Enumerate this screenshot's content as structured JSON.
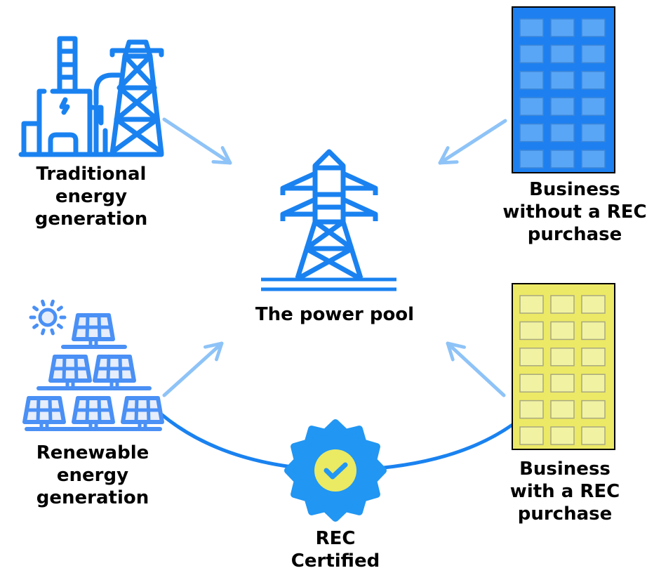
{
  "nodes": {
    "traditional": {
      "label_lines": [
        "Traditional",
        "energy",
        "generation"
      ],
      "icon": "power-plant-icon"
    },
    "power_pool": {
      "label": "The power pool",
      "icon": "transmission-tower-icon"
    },
    "business_no_rec": {
      "label_lines": [
        "Business",
        "without a REC",
        "purchase"
      ],
      "icon": "building-icon"
    },
    "renewable": {
      "label_lines": [
        "Renewable",
        "energy",
        "generation"
      ],
      "icon": "solar-panels-icon"
    },
    "business_rec": {
      "label_lines": [
        "Business",
        "with a REC",
        "purchase"
      ],
      "icon": "building-icon"
    },
    "rec": {
      "label_lines": [
        "REC",
        "Certified"
      ],
      "icon": "certified-badge-icon"
    }
  },
  "colors": {
    "icon_blue": "#1a82f0",
    "arrow": "#8ec3f7",
    "building_blue": "#1e80f0",
    "building_blue_window": "#5aa6f6",
    "building_yellow": "#ece966",
    "building_yellow_window": "#f1f3a3",
    "badge": "#2196f3",
    "badge_center": "#ebea63"
  }
}
